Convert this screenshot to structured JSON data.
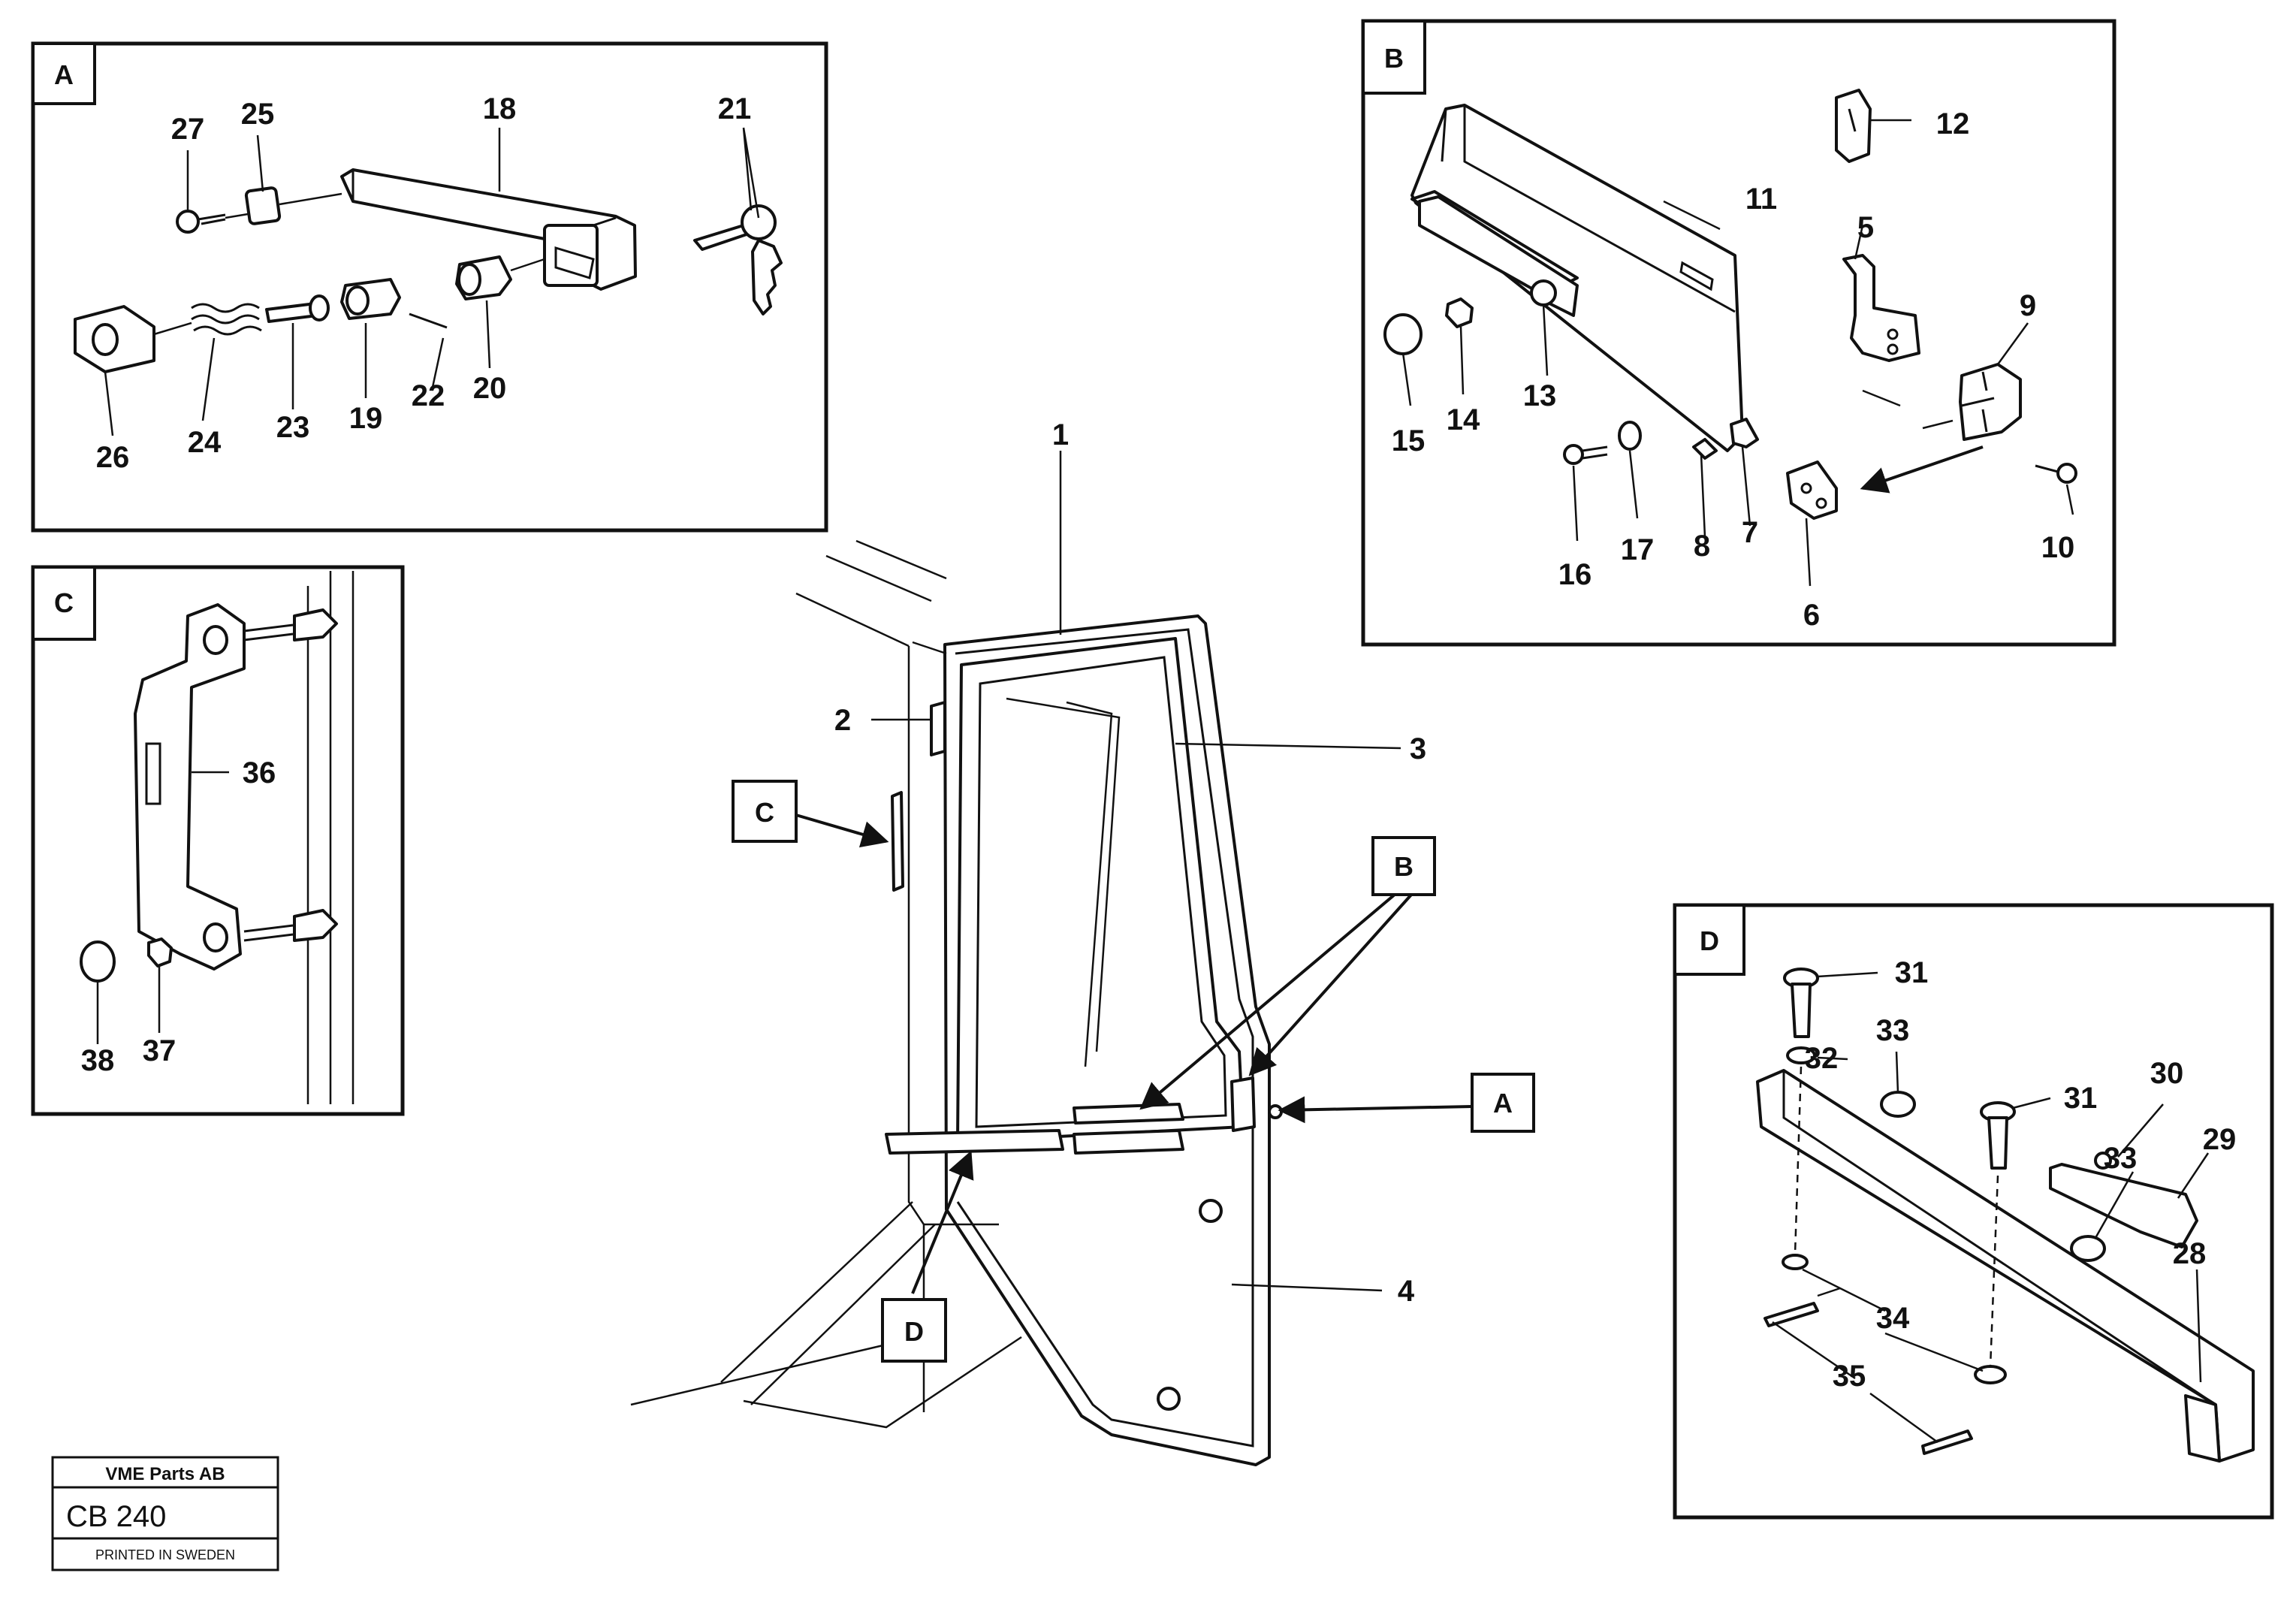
{
  "views": {
    "A": {
      "tag": "A",
      "callouts": [
        "27",
        "25",
        "18",
        "21",
        "26",
        "24",
        "23",
        "19",
        "22",
        "20"
      ]
    },
    "B": {
      "tag": "B",
      "callouts": [
        "12",
        "11",
        "5",
        "9",
        "15",
        "14",
        "13",
        "16",
        "17",
        "8",
        "7",
        "10",
        "6"
      ]
    },
    "C": {
      "tag": "C",
      "callouts": [
        "36",
        "38",
        "37"
      ]
    },
    "D": {
      "tag": "D",
      "callouts": [
        "31",
        "32",
        "33",
        "31",
        "30",
        "29",
        "33",
        "28",
        "34",
        "35"
      ]
    }
  },
  "main": {
    "callouts": [
      "1",
      "2",
      "3",
      "4"
    ],
    "pointers": [
      "C",
      "B",
      "A",
      "D"
    ]
  },
  "stamp": {
    "company": "VME Parts AB",
    "code": "CB 240",
    "note": "PRINTED IN SWEDEN"
  }
}
